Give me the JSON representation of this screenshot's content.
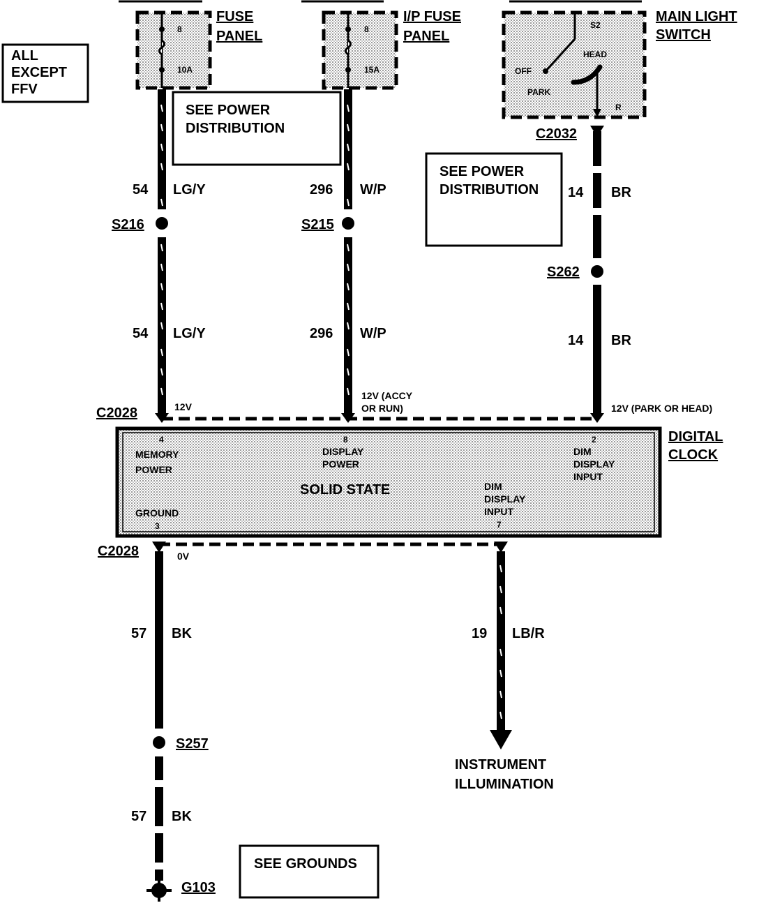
{
  "scope_box": {
    "lines": [
      "ALL",
      "EXCEPT",
      "FFV"
    ]
  },
  "fuse_panel": {
    "label_lines": [
      "FUSE",
      "PANEL"
    ],
    "fuse_number": "8",
    "rating": "10A"
  },
  "ip_fuse_panel": {
    "label_lines": [
      "I/P FUSE",
      "PANEL"
    ],
    "fuse_number": "8",
    "rating": "15A"
  },
  "main_light_switch": {
    "label_lines": [
      "MAIN LIGHT",
      "SWITCH"
    ],
    "terminal_top": "S2",
    "positions": [
      "HEAD",
      "OFF",
      "PARK"
    ],
    "terminal_bottom": "R",
    "connector": "C2032"
  },
  "notes": {
    "see_power_left": [
      "SEE POWER",
      "DISTRIBUTION"
    ],
    "see_power_right": [
      "SEE POWER",
      "DISTRIBUTION"
    ],
    "see_grounds": "SEE GROUNDS"
  },
  "wires": {
    "w1": {
      "circuit": "54",
      "color": "LG/Y"
    },
    "w2": {
      "circuit": "296",
      "color": "W/P"
    },
    "w3": {
      "circuit": "14",
      "color": "BR"
    },
    "w4": {
      "circuit": "57",
      "color": "BK"
    },
    "w5": {
      "circuit": "19",
      "color": "LB/R"
    }
  },
  "splices": {
    "s216": "S216",
    "s215": "S215",
    "s262": "S262",
    "s257": "S257",
    "g103": "G103"
  },
  "connectors": {
    "top": "C2028",
    "bottom": "C2028"
  },
  "voltages": {
    "memory": "12V",
    "display_lines": [
      "12V (ACCY",
      "OR RUN)"
    ],
    "dim": "12V (PARK OR HEAD)",
    "ground": "0V"
  },
  "clock": {
    "label_lines": [
      "DIGITAL",
      "CLOCK"
    ],
    "center": "SOLID STATE",
    "pin_memory": {
      "num": "4",
      "lines": [
        "MEMORY",
        "POWER"
      ]
    },
    "pin_display": {
      "num": "8",
      "lines": [
        "DISPLAY",
        "POWER"
      ]
    },
    "pin_dim_in": {
      "num": "2",
      "lines": [
        "DIM",
        "DISPLAY",
        "INPUT"
      ]
    },
    "pin_ground": {
      "num": "3",
      "lines": [
        "GROUND"
      ]
    },
    "pin_dim_out": {
      "num": "7",
      "lines": [
        "DIM",
        "DISPLAY",
        "INPUT"
      ]
    }
  },
  "destination": {
    "lines": [
      "INSTRUMENT",
      "ILLUMINATION"
    ]
  }
}
